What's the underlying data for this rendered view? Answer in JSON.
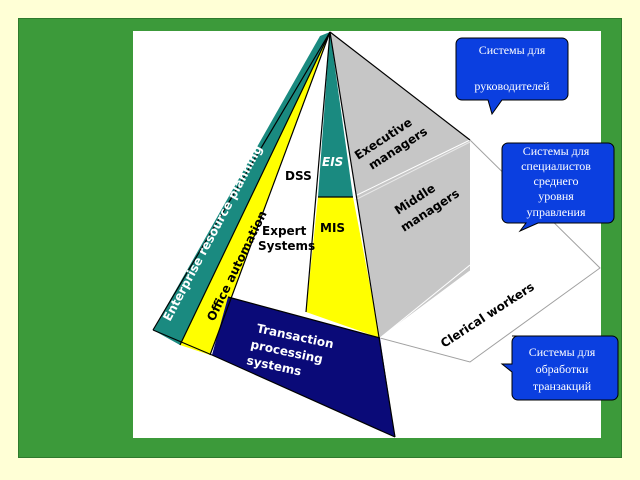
{
  "layers": {
    "erp": "Enterprise resource planning",
    "office": "Office automation",
    "tps": [
      "Transaction",
      "processing",
      "systems"
    ],
    "dss": "DSS",
    "expert": [
      "Expert",
      "Systems"
    ],
    "eis": "EIS",
    "mis": "MIS"
  },
  "levels": {
    "executive": [
      "Executive",
      "managers"
    ],
    "middle": [
      "Middle",
      "managers"
    ],
    "clerical": "Clerical workers"
  },
  "callouts": {
    "executives": [
      "Системы для",
      "",
      "руководителей"
    ],
    "specialists": [
      "Системы для",
      "специалистов",
      "среднего",
      "уровня",
      "управления"
    ],
    "transactions": [
      "Системы для",
      "обработки",
      "транзакций"
    ]
  },
  "colors": {
    "background": "#ffffd6",
    "frame": "#3c9a3a",
    "teal": "#1a8a80",
    "yellow": "#ffff00",
    "navy": "#0a0a78",
    "gray": "#c6c6c6",
    "callout": "#0b3fe0"
  }
}
